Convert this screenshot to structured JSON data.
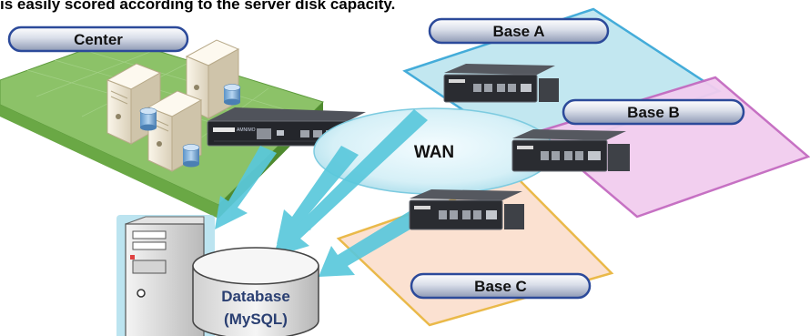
{
  "heading": "is easily scored according to the server disk capacity.",
  "center": {
    "label": "Center"
  },
  "bases": [
    {
      "label": "Base A",
      "color": "#bfe6f0",
      "border": "#3aa8d8"
    },
    {
      "label": "Base B",
      "color": "#f2cdef",
      "border": "#c46ac0"
    },
    {
      "label": "Base C",
      "color": "#fbe0cf",
      "border": "#e9b640"
    }
  ],
  "wan": {
    "label": "WAN"
  },
  "database": {
    "line1": "Database",
    "line2": "(MySQL)"
  },
  "device": {
    "brand": "AMNIMO"
  },
  "colors": {
    "center_platform": "#8cc268",
    "arrow": "#5ac8dc",
    "pill_fill": "#9aa7c2",
    "pill_border": "#2c4a9a",
    "server": "#f1ead9",
    "appliance": "#2a2c31"
  }
}
